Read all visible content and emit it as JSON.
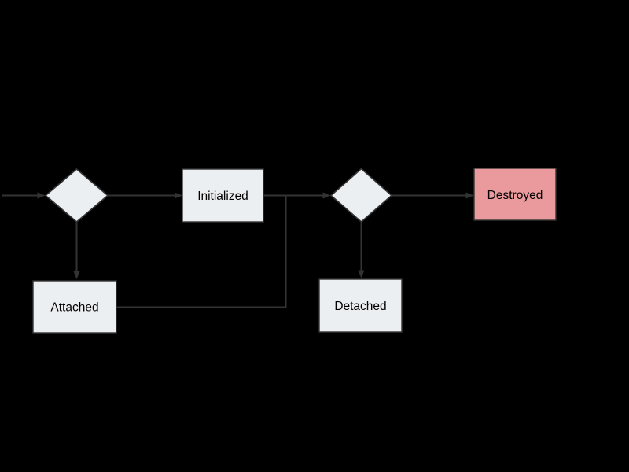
{
  "diagram": {
    "type": "flowchart",
    "colors": {
      "background": "#000000",
      "node_fill": "#eceff1",
      "node_stroke": "#333333",
      "destroyed_fill": "#ea999c",
      "edge": "#333333",
      "text": "#000000"
    },
    "nodes": {
      "decision1": {
        "label": "",
        "shape": "diamond"
      },
      "initialized": {
        "label": "Initialized",
        "shape": "rect"
      },
      "decision2": {
        "label": "",
        "shape": "diamond"
      },
      "destroyed": {
        "label": "Destroyed",
        "shape": "rect",
        "highlighted": true
      },
      "attached": {
        "label": "Attached",
        "shape": "rect"
      },
      "detached": {
        "label": "Detached",
        "shape": "rect"
      }
    },
    "edges": [
      {
        "from": "off-canvas-left",
        "to": "decision1",
        "arrow": true
      },
      {
        "from": "decision1",
        "to": "initialized",
        "arrow": true
      },
      {
        "from": "decision1",
        "to": "attached",
        "arrow": true
      },
      {
        "from": "initialized",
        "to": "decision2",
        "arrow": true
      },
      {
        "from": "attached",
        "to": "decision2",
        "arrow": false
      },
      {
        "from": "decision2",
        "to": "destroyed",
        "arrow": true
      },
      {
        "from": "decision2",
        "to": "detached",
        "arrow": true
      }
    ]
  }
}
